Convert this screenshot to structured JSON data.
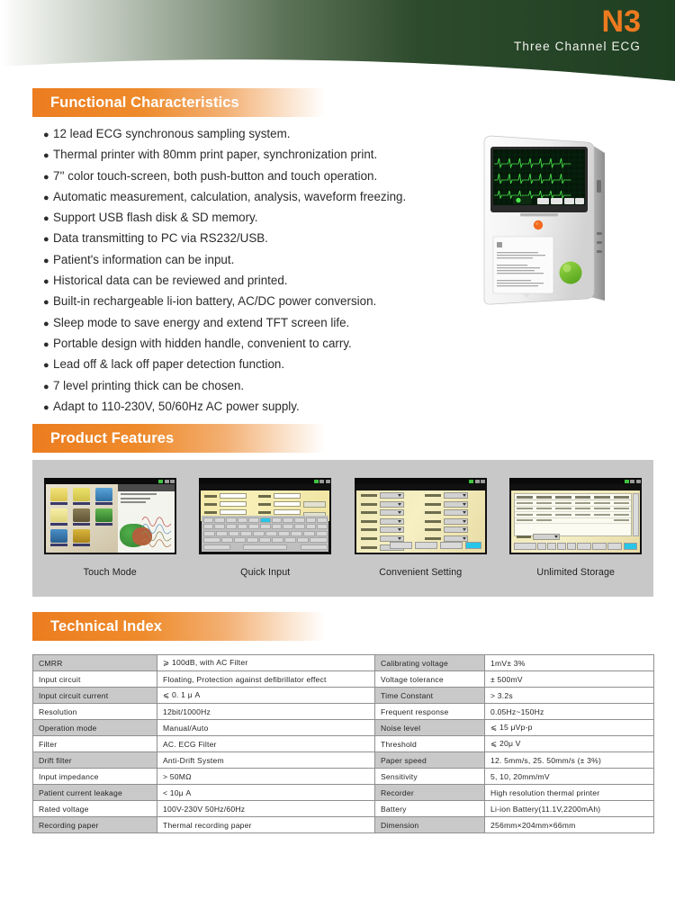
{
  "header": {
    "model": "N3",
    "subtitle": "Three Channel ECG",
    "green": "#1f3f22",
    "orange": "#ee7a1f"
  },
  "sections": {
    "functional": "Functional Characteristics",
    "features": "Product Features",
    "technical": "Technical Index"
  },
  "functional_characteristics": [
    "12 lead ECG synchronous sampling system.",
    "Thermal printer with 80mm print paper, synchronization print.",
    "7'' color touch-screen, both push-button and touch operation.",
    "Automatic measurement, calculation, analysis, waveform freezing.",
    "Support USB flash disk & SD memory.",
    "Data transmitting to PC via RS232/USB.",
    "Patient's information can be input.",
    "Historical data can be reviewed and printed.",
    "Built-in rechargeable li-ion battery, AC/DC power conversion.",
    "Sleep mode to save energy and extend TFT  screen life.",
    "Portable design with hidden handle, convenient to carry.",
    "Lead off & lack off paper detection function.",
    " 7 level printing thick can be chosen.",
    "Adapt to 110-230V, 50/60Hz AC power supply."
  ],
  "bullet_glyph": "●",
  "product_features": [
    {
      "caption": "Touch Mode"
    },
    {
      "caption": "Quick Input"
    },
    {
      "caption": "Convenient Setting"
    },
    {
      "caption": "Unlimited Storage"
    }
  ],
  "technical_index": {
    "left": [
      {
        "label": "CMRR",
        "value": "⩾ 100dB, with AC Filter"
      },
      {
        "label": "Input  circuit",
        "value": "Floating, Protection against defibrillator effect"
      },
      {
        "label": "Input  circuit  current",
        "value": "⩽ 0. 1 μ A"
      },
      {
        "label": "Resolution",
        "value": "12bit/1000Hz"
      },
      {
        "label": "Operation  mode",
        "value": "Manual/Auto"
      },
      {
        "label": "Filter",
        "value": "AC. ECG  Filter"
      },
      {
        "label": "Drift  filter",
        "value": "Anti-Drift  System"
      },
      {
        "label": "Input  impedance",
        "value": "> 50MΩ"
      },
      {
        "label": "Patient  current  leakage",
        "value": "< 10μ A"
      },
      {
        "label": "Rated voltage",
        "value": "100V-230V  50Hz/60Hz"
      },
      {
        "label": "Recording  paper",
        "value": "Thermal  recording  paper"
      }
    ],
    "right": [
      {
        "label": "Calibrating voltage",
        "value": "1mV± 3%"
      },
      {
        "label": "Voltage  tolerance",
        "value": "± 500mV"
      },
      {
        "label": "Time  Constant",
        "value": "> 3.2s"
      },
      {
        "label": "Frequent response",
        "value": "0.05Hz~150Hz"
      },
      {
        "label": "Noise  level",
        "value": "⩽ 15 μVp-p"
      },
      {
        "label": "Threshold",
        "value": "⩽ 20μ V"
      },
      {
        "label": "Paper speed",
        "value": "12. 5mm/s, 25. 50mm/s (± 3%)"
      },
      {
        "label": "Sensitivity",
        "value": "5, 10, 20mm/mV"
      },
      {
        "label": "Recorder",
        "value": "High  resolution  thermal  printer"
      },
      {
        "label": "Battery",
        "value": "Li-ion Battery(11.1V,2200mAh)"
      },
      {
        "label": "Dimension",
        "value": "256mm×204mm×66mm"
      }
    ]
  }
}
